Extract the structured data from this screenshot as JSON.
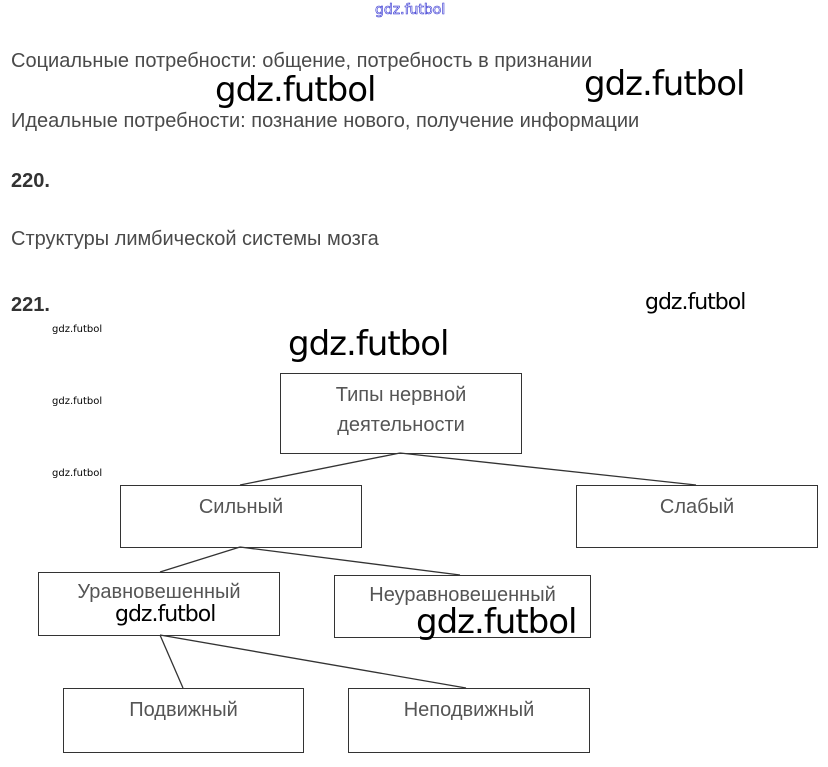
{
  "watermark": "gdz.futbol",
  "lines": {
    "social": "Социальные потребности: общение, потребность в признании",
    "ideal": "Идеальные потребности: познание нового, получение информации",
    "limbic": "Структуры лимбической системы мозга"
  },
  "tasks": {
    "t220": "220.",
    "t221": "221."
  },
  "diagram": {
    "root_line1": "Типы нервной",
    "root_line2": "деятельности",
    "strong": "Сильный",
    "weak": "Слабый",
    "balanced": "Уравновешенный",
    "unbalanced": "Неуравновешенный",
    "mobile": "Подвижный",
    "inert": "Неподвижный"
  }
}
